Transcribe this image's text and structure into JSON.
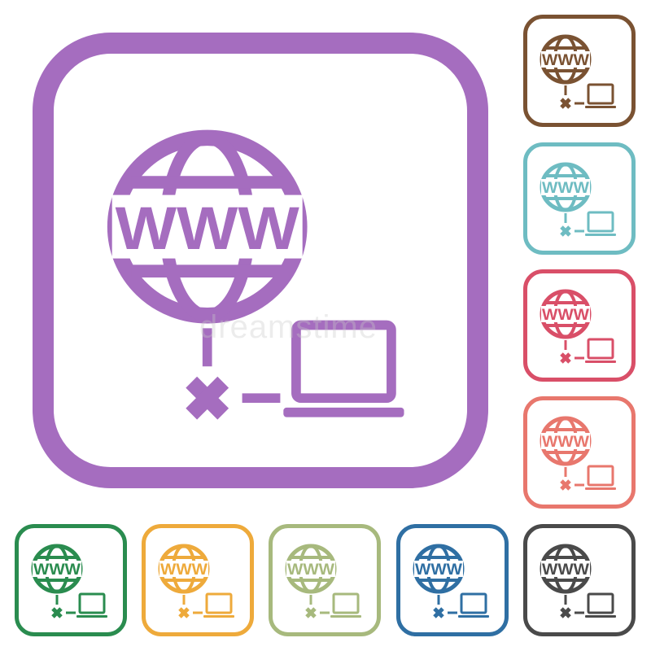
{
  "icon_text": "WWW",
  "watermark": "dreamstime",
  "colors": {
    "purple": "#a56dbf",
    "brown": "#7a5232",
    "teal": "#6ebcc2",
    "red": "#d94f68",
    "salmon": "#e8776d",
    "green": "#2a8c4f",
    "orange": "#eeaa3b",
    "olive": "#a7b97d",
    "blue": "#2f6fa3",
    "black": "#4a4a4a"
  },
  "icons": [
    {
      "id": "big",
      "name": "disconnected-network-icon-purple",
      "color_key": "purple"
    },
    {
      "id": "s-brown",
      "name": "disconnected-network-icon-brown",
      "color_key": "brown"
    },
    {
      "id": "s-teal",
      "name": "disconnected-network-icon-teal",
      "color_key": "teal"
    },
    {
      "id": "s-red",
      "name": "disconnected-network-icon-red",
      "color_key": "red"
    },
    {
      "id": "s-salmon",
      "name": "disconnected-network-icon-salmon",
      "color_key": "salmon"
    },
    {
      "id": "s-green",
      "name": "disconnected-network-icon-green",
      "color_key": "green"
    },
    {
      "id": "s-orange",
      "name": "disconnected-network-icon-orange",
      "color_key": "orange"
    },
    {
      "id": "s-olive",
      "name": "disconnected-network-icon-olive",
      "color_key": "olive"
    },
    {
      "id": "s-blue",
      "name": "disconnected-network-icon-blue",
      "color_key": "blue"
    },
    {
      "id": "s-black",
      "name": "disconnected-network-icon-black",
      "color_key": "black"
    }
  ]
}
